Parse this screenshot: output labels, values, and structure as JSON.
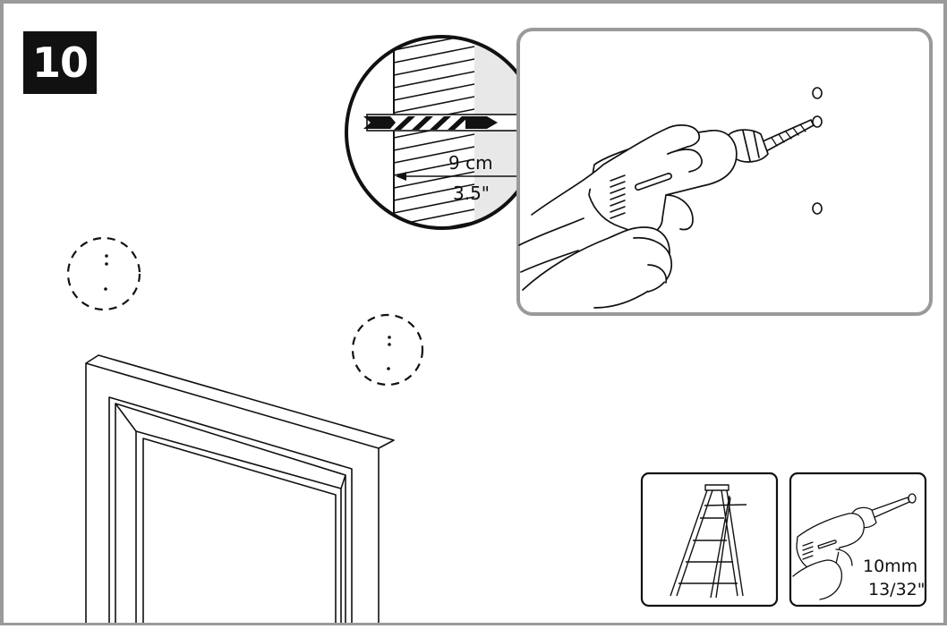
{
  "step": {
    "number": "10"
  },
  "depth_callout": {
    "metric": "9 cm",
    "imperial": "3.5\""
  },
  "tools": {
    "ladder": {
      "icon": "ladder-icon"
    },
    "drill": {
      "icon": "drill-icon",
      "bit_metric": "10mm",
      "bit_imperial": "13/32\""
    }
  },
  "colors": {
    "frame": "#9a9a9a",
    "line": "#111111",
    "badge": "#111111"
  }
}
